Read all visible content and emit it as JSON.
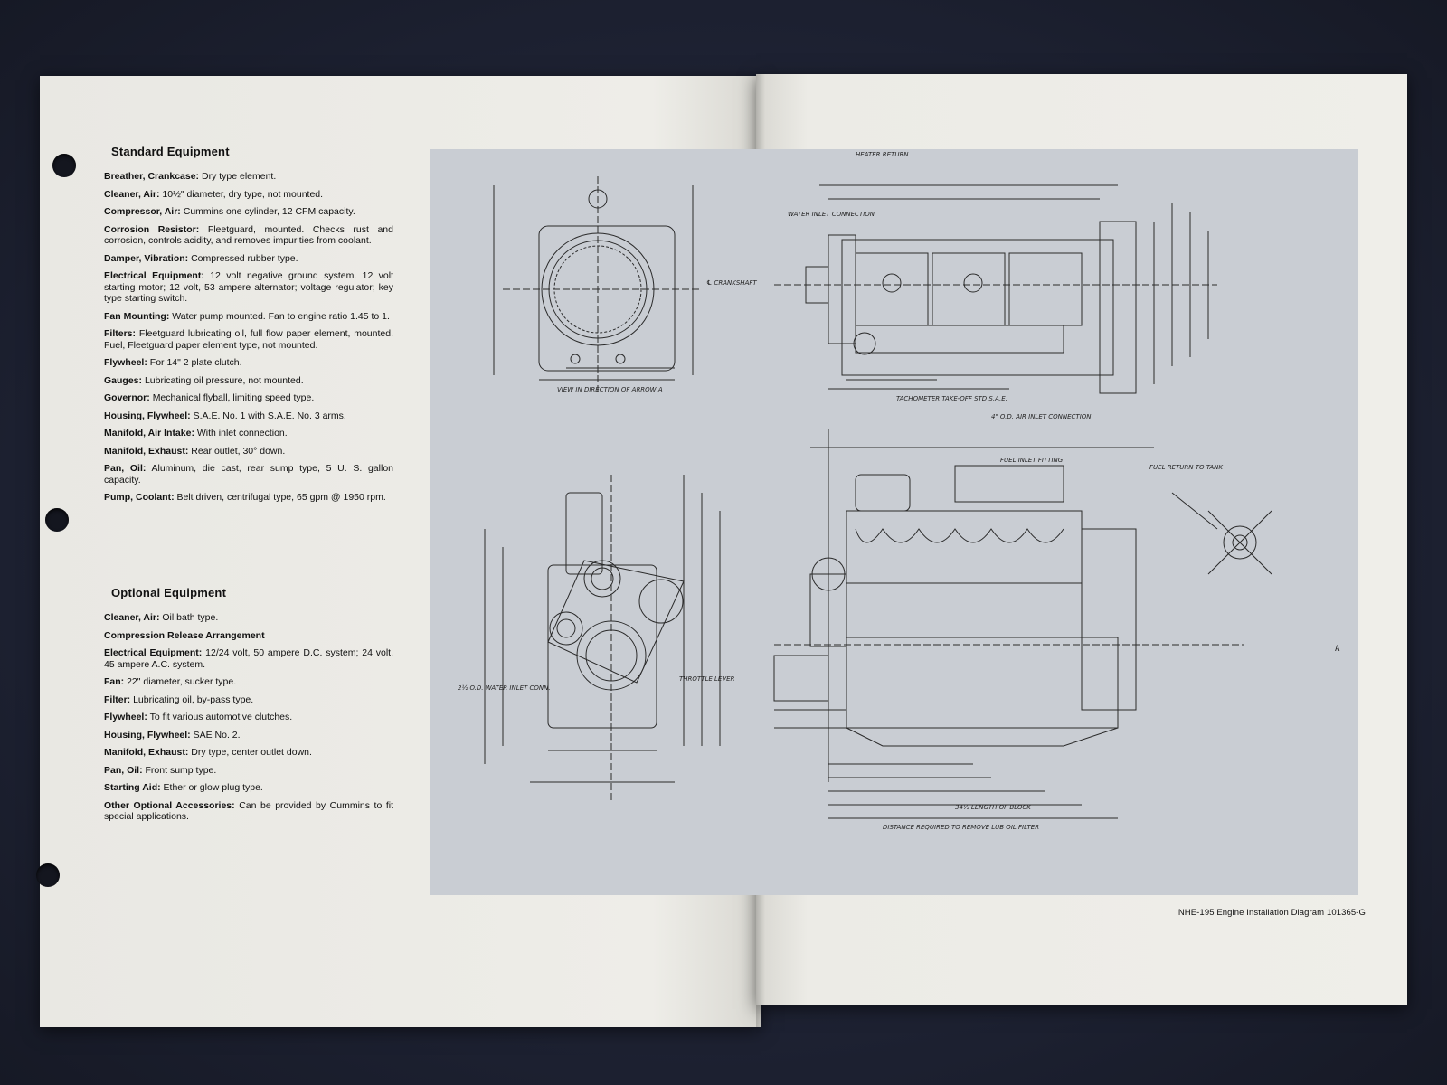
{
  "standard": {
    "title": "Standard Equipment",
    "items": [
      {
        "label": "Breather, Crankcase:",
        "text": "Dry type element."
      },
      {
        "label": "Cleaner, Air:",
        "text": "10½\" diameter, dry type, not mounted."
      },
      {
        "label": "Compressor, Air:",
        "text": "Cummins one cylinder, 12 CFM capacity."
      },
      {
        "label": "Corrosion Resistor:",
        "text": "Fleetguard, mounted. Checks rust and corrosion, controls acidity, and removes impurities from coolant."
      },
      {
        "label": "Damper, Vibration:",
        "text": "Compressed rubber type."
      },
      {
        "label": "Electrical Equipment:",
        "text": "12 volt negative ground system. 12 volt starting motor; 12 volt, 53 ampere alternator; voltage regulator; key type starting switch."
      },
      {
        "label": "Fan Mounting:",
        "text": "Water pump mounted. Fan to engine ratio 1.45 to 1."
      },
      {
        "label": "Filters:",
        "text": "Fleetguard lubricating oil, full flow paper element, mounted. Fuel, Fleetguard paper element type, not mounted."
      },
      {
        "label": "Flywheel:",
        "text": "For 14\" 2 plate clutch."
      },
      {
        "label": "Gauges:",
        "text": "Lubricating oil pressure, not mounted."
      },
      {
        "label": "Governor:",
        "text": "Mechanical flyball, limiting speed type."
      },
      {
        "label": "Housing, Flywheel:",
        "text": "S.A.E. No. 1 with S.A.E. No. 3 arms."
      },
      {
        "label": "Manifold, Air Intake:",
        "text": "With inlet connection."
      },
      {
        "label": "Manifold, Exhaust:",
        "text": "Rear outlet, 30° down."
      },
      {
        "label": "Pan, Oil:",
        "text": "Aluminum, die cast, rear sump type, 5 U. S. gallon capacity."
      },
      {
        "label": "Pump, Coolant:",
        "text": "Belt driven, centrifugal type, 65 gpm @ 1950 rpm."
      }
    ]
  },
  "optional": {
    "title": "Optional Equipment",
    "items": [
      {
        "label": "Cleaner, Air:",
        "text": "Oil bath type."
      },
      {
        "label": "Compression Release Arrangement",
        "text": ""
      },
      {
        "label": "Electrical Equipment:",
        "text": "12/24 volt, 50 ampere D.C. system; 24 volt, 45 ampere A.C. system."
      },
      {
        "label": "Fan:",
        "text": "22\" diameter, sucker type."
      },
      {
        "label": "Filter:",
        "text": "Lubricating oil, by-pass type."
      },
      {
        "label": "Flywheel:",
        "text": "To fit various automotive clutches."
      },
      {
        "label": "Housing, Flywheel:",
        "text": "SAE No. 2."
      },
      {
        "label": "Manifold, Exhaust:",
        "text": "Dry type, center outlet down."
      },
      {
        "label": "Pan, Oil:",
        "text": "Front sump type."
      },
      {
        "label": "Starting Aid:",
        "text": "Ether or glow plug type."
      },
      {
        "label": "Other Optional Accessories:",
        "text": "Can be provided by Cummins to fit special applications."
      }
    ]
  },
  "diagram": {
    "caption": "NHE-195 Engine Installation Diagram 101365-G",
    "labels": {
      "view_arrow": "VIEW IN DIRECTION OF ARROW A",
      "fuel_return": "FUEL RETURN TO TANK",
      "heater_return": "HEATER RETURN",
      "water_inlet": "WATER INLET CONNECTION",
      "crankshaft": "℄ CRANKSHAFT",
      "tachometer": "TACHOMETER TAKE-OFF STD S.A.E.",
      "air_inlet": "4\" O.D. AIR INLET CONNECTION",
      "fuel_inlet": "FUEL INLET FITTING",
      "throttle_lever": "THROTTLE LEVER",
      "water_inlet_conn": "2½ O.D. WATER INLET CONN.",
      "length_block": "34½ LENGTH OF BLOCK",
      "oil_filter": "DISTANCE REQUIRED TO REMOVE LUB OIL FILTER",
      "arrow_a": "A"
    }
  }
}
